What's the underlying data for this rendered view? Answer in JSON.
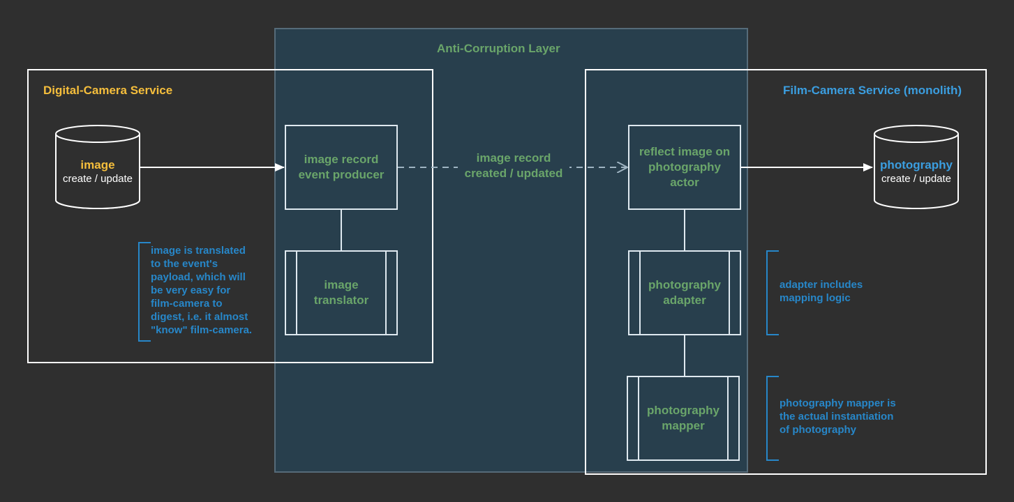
{
  "acl": {
    "title": "Anti-Corruption Layer"
  },
  "digital_service": {
    "title": "Digital-Camera Service"
  },
  "film_service": {
    "title": "Film-Camera Service (monolith)"
  },
  "image_db": {
    "name": "image",
    "action": "create / update"
  },
  "photography_db": {
    "name": "photography",
    "action": "create / update"
  },
  "nodes": {
    "event_producer": "image record\nevent producer",
    "image_translator": "image\ntranslator",
    "reflect_actor": "reflect image on\nphotography\nactor",
    "photography_adapter": "photography\nadapter",
    "photography_mapper": "photography\nmapper"
  },
  "edge_label": "image record\ncreated / updated",
  "notes": {
    "translator_note": "image is translated\nto the event's\npayload, which will\nbe very easy for\nfilm-camera to\ndigest, i.e. it almost\n\"know\" film-camera.",
    "adapter_note": "adapter includes\nmapping logic",
    "mapper_note": "photography mapper is\nthe actual instantiation\nof photography"
  },
  "colors": {
    "background": "#2f2f2f",
    "acl_fill": "#283f4d",
    "green_text": "#6aa56a",
    "digital_title": "#f5be3c",
    "film_title": "#3b9ee0",
    "note_text": "#2787c9"
  }
}
